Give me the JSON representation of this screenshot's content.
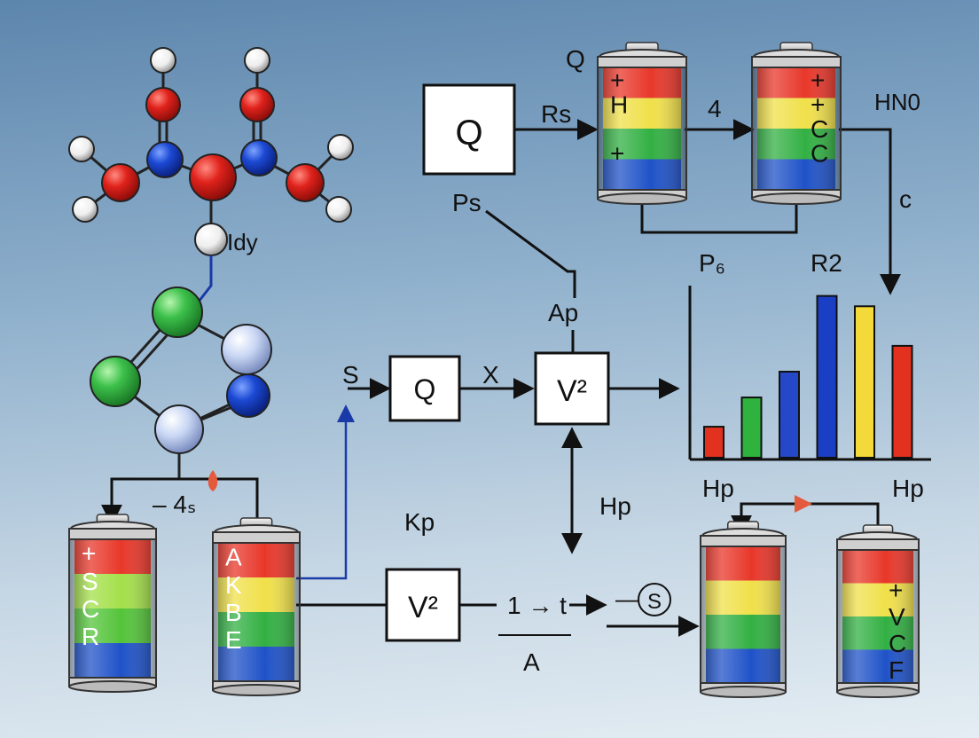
{
  "labels": {
    "top_q": "Q",
    "rs": "Rs",
    "four": "4",
    "hno": "HN0",
    "c_right": "c",
    "ps": "Ps",
    "p6": "P₆",
    "r2": "R2",
    "idy": "Idy",
    "ap": "Ap",
    "s_left": "S",
    "x_label": "X",
    "minus_4s": "– 4ₛ",
    "hp_mid": "Hp",
    "hp_left": "Hp",
    "hp_right": "Hp",
    "kp": "Kp",
    "one_t": "1 → t",
    "a_below": "A",
    "s_circle": "S",
    "dash_s": "—"
  },
  "boxes": {
    "top_q": "Q",
    "mid_q": "Q",
    "v2_mid": "V²",
    "v2_bottom": "V²"
  },
  "batteries": {
    "top_middle": [
      "+",
      "H",
      "",
      "+",
      ""
    ],
    "top_right": [
      "+",
      "+",
      "C",
      "C",
      ""
    ],
    "bottom_left": [
      "+",
      "S",
      "C",
      "R",
      ""
    ],
    "bottom_second": [
      "A",
      "K",
      "B",
      "E",
      ""
    ],
    "bottom_third": [
      "",
      "",
      "",
      "",
      ""
    ],
    "bottom_right": [
      "",
      "+",
      "V",
      "C",
      "F"
    ]
  },
  "colors": {
    "battery_bands": [
      "#e8372a",
      "#f0e04a",
      "#32b043",
      "#1f52c8"
    ],
    "bottom_left_bands": [
      "#e8372a",
      "#a4e04a",
      "#54c43a",
      "#1f52c8"
    ],
    "atom_red": "#e0221c",
    "atom_blue": "#1c49d4",
    "atom_green": "#3cc04a",
    "atom_white": "#f4f4f4",
    "atom_pale": "#c8d6f4",
    "connector_blue": "#1a3aa8",
    "marker_red": "#e45a3c"
  },
  "chart_data": {
    "type": "bar",
    "title": "",
    "xlabel": "",
    "ylabel": "",
    "ylim": [
      0,
      10
    ],
    "values": [
      1.8,
      3.5,
      5.0,
      9.4,
      8.8,
      6.5
    ],
    "colors": [
      "#e2321f",
      "#2fb33e",
      "#2448c8",
      "#1a3fc4",
      "#f3d93a",
      "#e2321f"
    ]
  }
}
